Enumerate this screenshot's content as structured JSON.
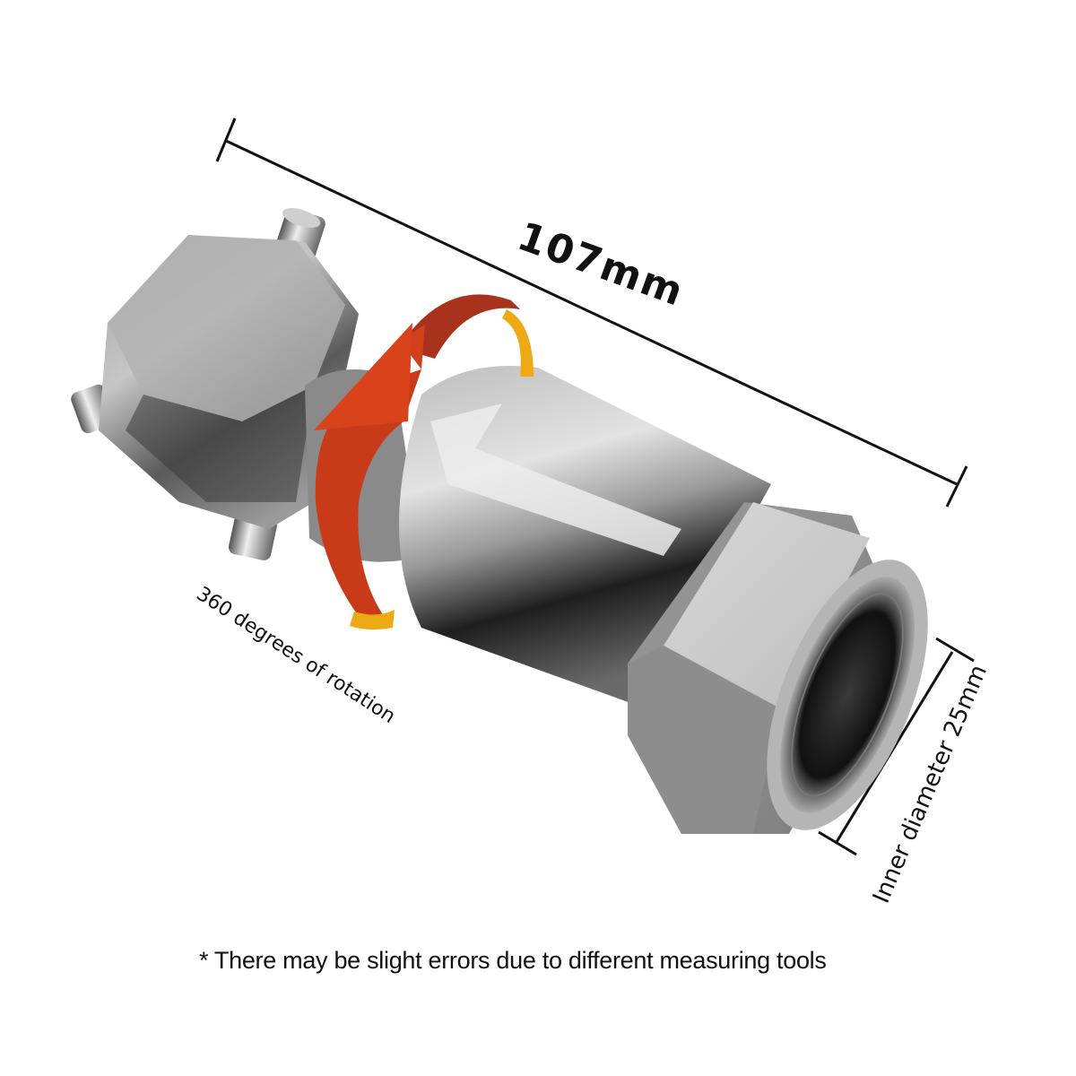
{
  "product": {
    "name": "stainless-steel-rotary-swivel-nozzle",
    "colors": {
      "metal_light": "#d6d6d6",
      "metal_mid": "#a9a9a9",
      "metal_dark": "#2a2a2a",
      "arrow_red": "#d2401a",
      "arrow_dark_red": "#9e2f1c",
      "arrow_yellow": "#eeaa14"
    }
  },
  "annotations": {
    "length": {
      "text": "107mm",
      "icon": "dimension-line"
    },
    "rotation": {
      "text": "360 degrees of rotation",
      "icon": "rotation-arrow"
    },
    "inner_diameter": {
      "text": "Inner diameter 25mm",
      "icon": "dimension-line"
    }
  },
  "footer": {
    "note": "* There may be slight errors due to different measuring tools"
  }
}
